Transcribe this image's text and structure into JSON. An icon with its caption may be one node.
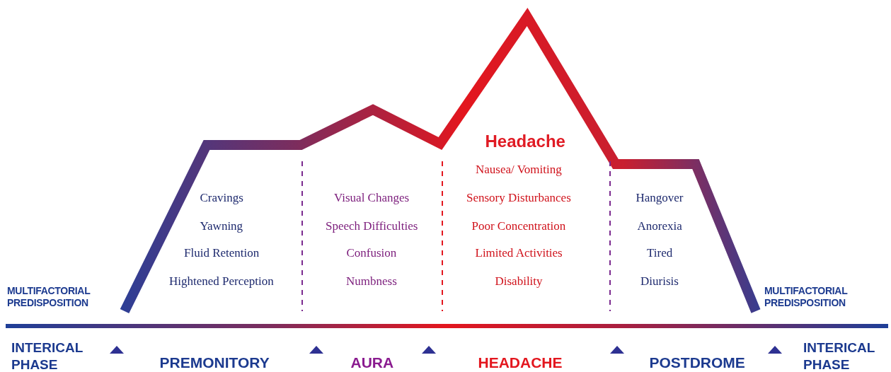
{
  "diagram": {
    "labels": [
      "Headache",
      "Nausea/ Vomiting",
      "Cravings",
      "Visual Changes",
      "Sensory Disturbances",
      "Hangover",
      "Yawning",
      "Speech Difficulties",
      "Poor Concentration",
      "Anorexia",
      "Fluid Retention",
      "Confusion",
      "Limited Activities",
      "Tired",
      "Hightened Perception",
      "Numbness",
      "Disability",
      "Diurisis",
      "MULTIFACTORIAL PREDISPOSITION",
      "MULTIFACTORIAL PREDISPOSITION",
      "INTERICAL PHASE",
      "PREMONITORY",
      "AURA",
      "HEADACHE",
      "POSTDROME",
      "INTERICAL PHASE"
    ]
  }
}
